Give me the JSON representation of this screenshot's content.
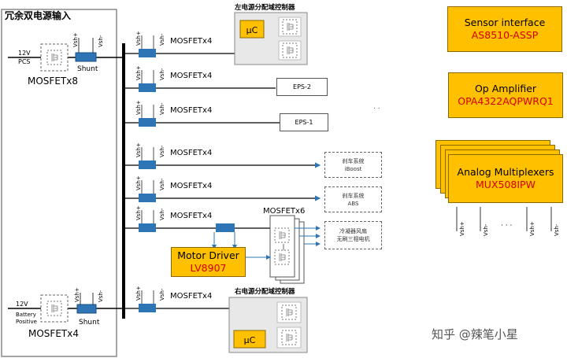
{
  "input_section": {
    "title": "冗余双电源输入",
    "top_input_voltage": "12V",
    "top_input_source": "PCS",
    "top_mosfet_label": "MOSFETx8",
    "top_shunt_label": "Shunt",
    "bottom_input_voltage": "12V",
    "bottom_input_source_line1": "Battery",
    "bottom_input_source_line2": "Positive",
    "bottom_mosfet_label": "MOSFETx4",
    "bottom_shunt_label": "Shunt",
    "sense_plus": "Vsh+",
    "sense_minus": "Vsh-"
  },
  "left_controller": {
    "title": "左电源分配域控制器",
    "uc_label": "μC"
  },
  "right_controller": {
    "title": "右电源分配域控制器",
    "uc_label": "μC"
  },
  "branch_mosfet_label": "MOSFETx4",
  "loads": {
    "eps2": "EPS-2",
    "eps1": "EPS-1",
    "brake_iboost_line1": "刹车系统",
    "brake_iboost_line2": "iBoost",
    "brake_abs_line1": "刹车系统",
    "brake_abs_line2": "ABS",
    "fan_line1": "冷凝器风扇",
    "fan_line2": "无刷三相电机"
  },
  "bridge_label": "MOSFETx6",
  "motor_driver": {
    "name": "Motor Driver",
    "part": "LV8907"
  },
  "sensor_interface": {
    "name": "Sensor interface",
    "part": "AS8510-ASSP"
  },
  "op_amp": {
    "name": "Op Amplifier",
    "part": "OPA4322AQPWRQ1"
  },
  "analog_mux": {
    "name": "Analog Multiplexers",
    "part": "MUX508IPW"
  },
  "mux_inputs": {
    "plus": "Vsh+",
    "minus": "Vsh-",
    "ellipsis": "· · ·"
  },
  "stray_dots": ". .",
  "watermark": "知乎 @辣笔小星",
  "colors": {
    "accent": "#ffc000",
    "part_number": "#d40000",
    "shunt": "#2e75b6",
    "arrow": "#2e75b6"
  }
}
